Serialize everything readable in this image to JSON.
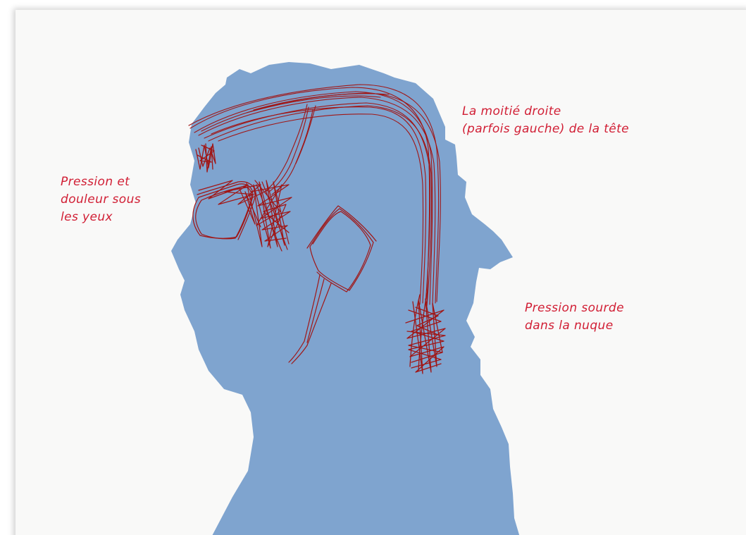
{
  "colors": {
    "paper": "#f9f9f8",
    "silhouette": "#7fa4cf",
    "scribble": "#a01616",
    "annotation_text": "#d11e34"
  },
  "annotations": {
    "right_half_head": "La moitié droite\n(parfois gauche) de la tête",
    "under_eyes": "Pression et\ndouleur sous\nles yeux",
    "nape": "Pression sourde\ndans la nuque"
  }
}
